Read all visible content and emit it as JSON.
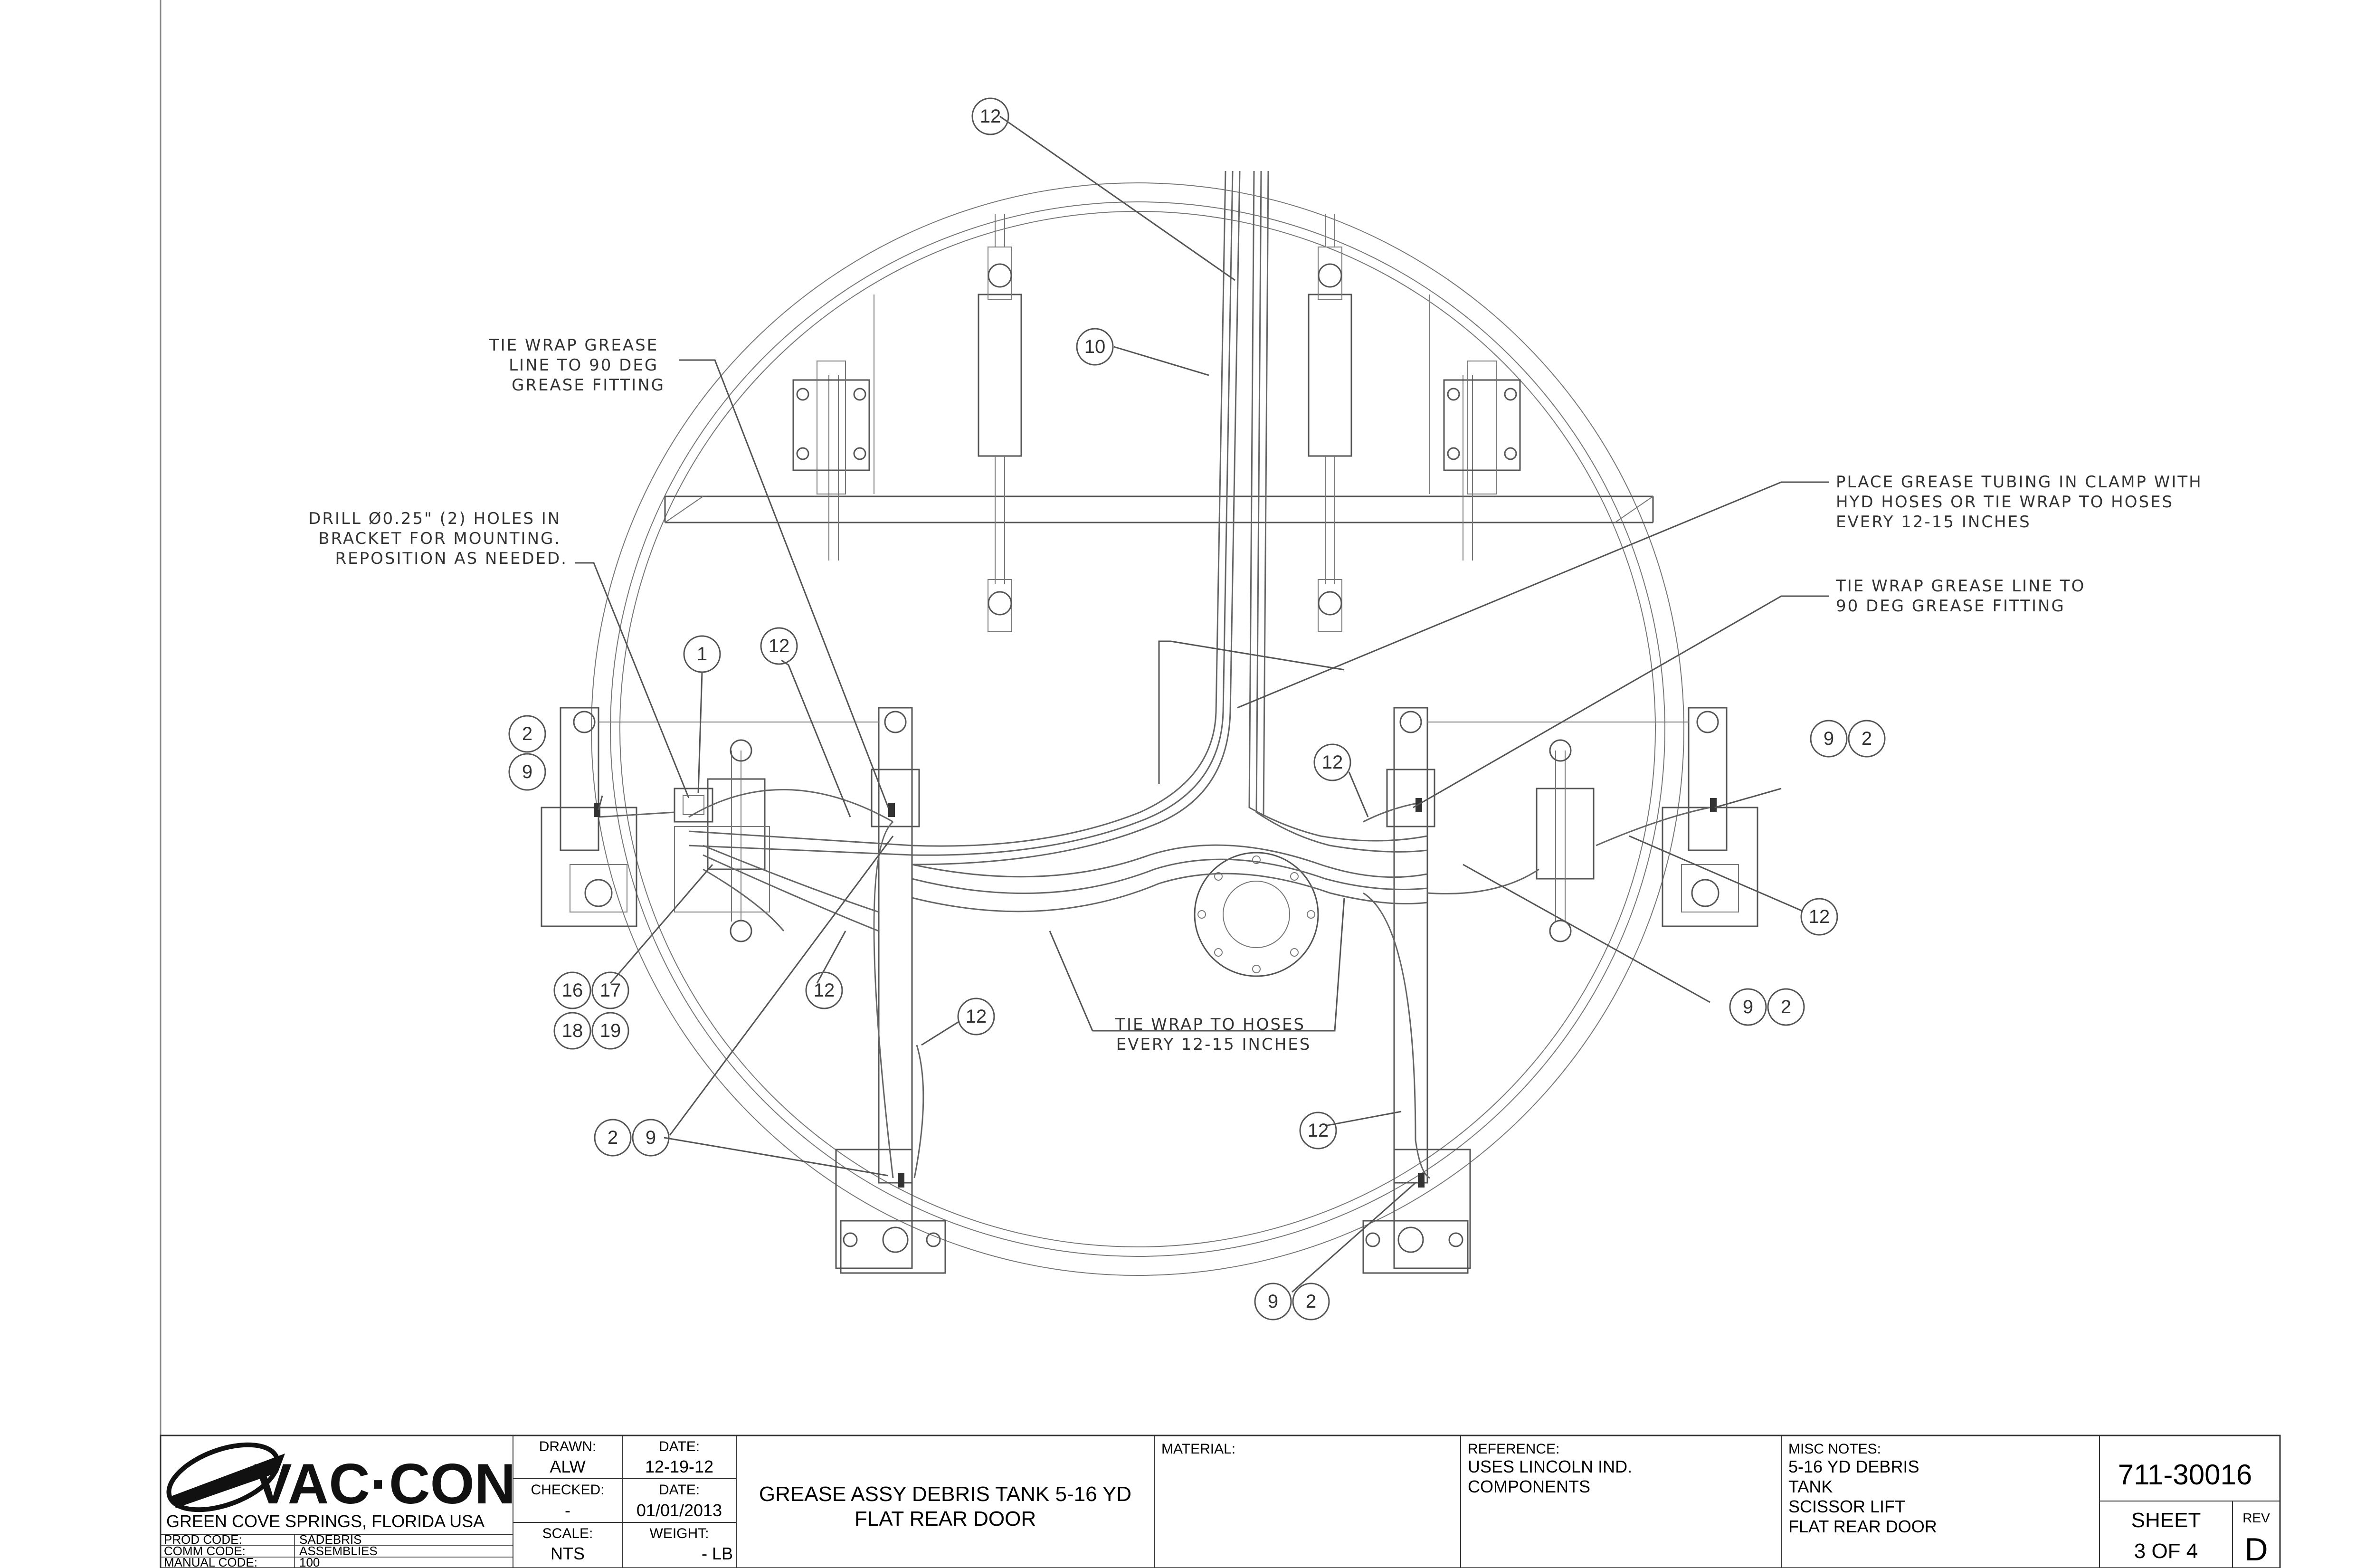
{
  "notes": [
    {
      "id": "note-tie-wrap-fitting-left",
      "lines": [
        "TIE WRAP GREASE",
        "LINE TO 90 DEG",
        "GREASE FITTING"
      ]
    },
    {
      "id": "note-drill",
      "lines": [
        "DRILL Ø0.25\" (2) HOLES IN",
        "BRACKET FOR MOUNTING.",
        "REPOSITION AS NEEDED."
      ]
    },
    {
      "id": "note-place-tubing",
      "lines": [
        "PLACE GREASE TUBING IN CLAMP WITH",
        "HYD HOSES OR TIE WRAP TO HOSES",
        "EVERY 12-15 INCHES"
      ]
    },
    {
      "id": "note-tie-wrap-fitting-right",
      "lines": [
        "TIE WRAP GREASE LINE TO",
        "90 DEG GREASE FITTING"
      ]
    },
    {
      "id": "note-tie-wrap-hoses",
      "lines": [
        "TIE WRAP TO HOSES",
        "EVERY 12-15 INCHES"
      ]
    }
  ],
  "balloons": [
    "12",
    "10",
    "1",
    "12",
    "2",
    "9",
    "12",
    "9",
    "2",
    "12",
    "12",
    "16",
    "17",
    "18",
    "19",
    "12",
    "2",
    "9",
    "9",
    "2",
    "12",
    "9",
    "2"
  ],
  "title_block": {
    "company_logo": "VAC·CON",
    "company_location": "GREEN COVE SPRINGS, FLORIDA USA",
    "prod_code_label": "PROD CODE:",
    "prod_code": "SADEBRIS",
    "comm_code_label": "COMM CODE:",
    "comm_code": "ASSEMBLIES",
    "manual_code_label": "MANUAL CODE:",
    "manual_code": "100",
    "drawn_label": "DRAWN:",
    "drawn": "ALW",
    "date_label": "DATE:",
    "drawn_date": "12-19-12",
    "checked_label": "CHECKED:",
    "checked": "-",
    "checked_date": "01/01/2013",
    "scale_label": "SCALE:",
    "scale": "NTS",
    "weight_label": "WEIGHT:",
    "weight": "- LB",
    "title_line1": "GREASE ASSY DEBRIS TANK 5-16 YD",
    "title_line2": "FLAT REAR DOOR",
    "material_label": "MATERIAL:",
    "reference_label": "REFERENCE:",
    "reference_line1": "USES LINCOLN IND.",
    "reference_line2": "COMPONENTS",
    "misc_label": "MISC NOTES:",
    "misc_line1": "5-16 YD DEBRIS",
    "misc_line2": "TANK",
    "misc_line3": "SCISSOR LIFT",
    "misc_line4": "FLAT REAR DOOR",
    "drawing_number": "711-30016",
    "sheet_label": "SHEET",
    "sheet_value": "3 OF 4",
    "rev_label": "REV",
    "rev_value": "D"
  }
}
